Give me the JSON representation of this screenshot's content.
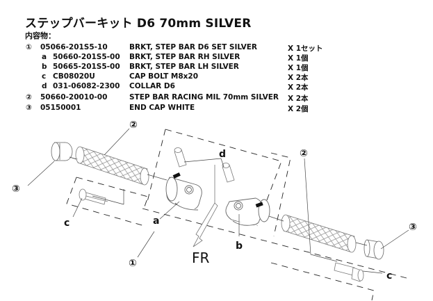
{
  "title": "ステップバーキット D6 70mm SILVER",
  "contents_label": "内容物：",
  "parts": [
    {
      "marker": "①",
      "part_no": "05066-201S5-10",
      "description": "BRKT, STEP BAR D6  SET SILVER",
      "qty": "X 1セット",
      "level": "main"
    },
    {
      "marker": "a",
      "part_no": "50660-201S5-00",
      "description": "BRKT, STEP BAR RH SILVER",
      "qty": "X 1個",
      "level": "sub"
    },
    {
      "marker": "b",
      "part_no": "50665-201S5-00",
      "description": "BRKT, STEP BAR LH SILVER",
      "qty": "X 1個",
      "level": "sub"
    },
    {
      "marker": "c",
      "part_no": "CB08020U",
      "description": "CAP BOLT M8x20",
      "qty": "X 2本",
      "level": "sub"
    },
    {
      "marker": "d",
      "part_no": "031-06082-2300",
      "description": "COLLAR D6",
      "qty": "X 2本",
      "level": "sub"
    },
    {
      "marker": "②",
      "part_no": "50660-20010-00",
      "description": "STEP BAR RACING MIL 70mm SILVER",
      "qty": "X 2本",
      "level": "main"
    },
    {
      "marker": "③",
      "part_no": "05150001",
      "description": "END CAP WHITE",
      "qty": "X 2個",
      "level": "main"
    }
  ],
  "diagram": {
    "callouts": {
      "step_bar_left": "②",
      "step_bar_right": "②",
      "end_cap_left": "③",
      "end_cap_right": "③",
      "bolt_left": "c",
      "bolt_right": "c",
      "collar": "d",
      "bracket_rh": "a",
      "bracket_lh": "b",
      "set": "①"
    },
    "direction_label": "FR"
  }
}
